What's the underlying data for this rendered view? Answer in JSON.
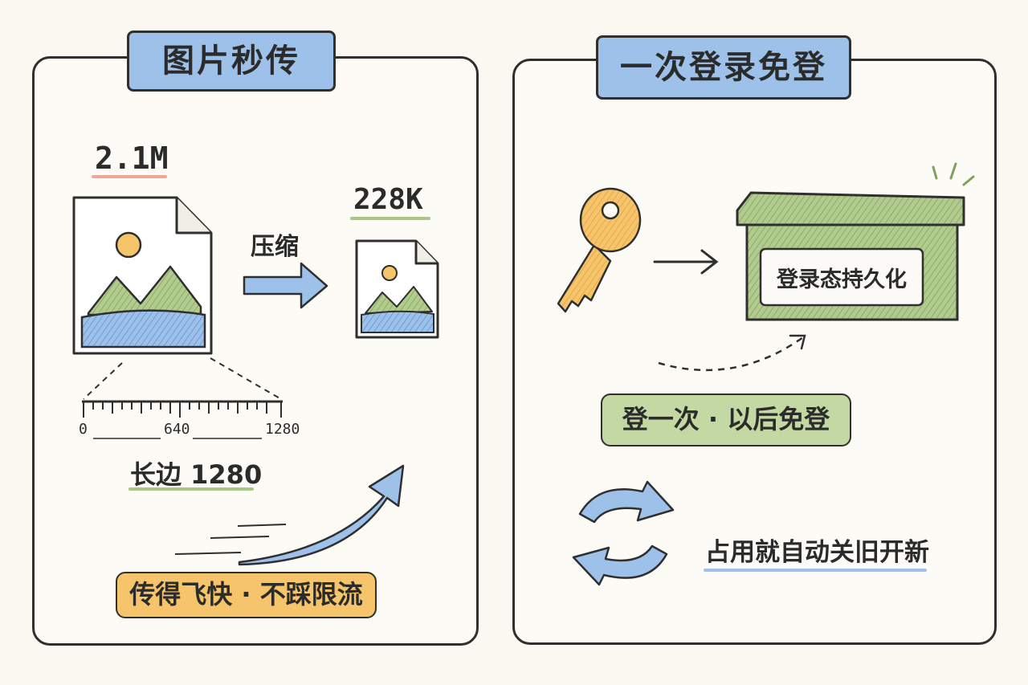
{
  "left": {
    "title": "图片秒传",
    "original_size": "2.1M",
    "compress_label": "压缩",
    "compressed_size": "228K",
    "ruler_ticks": [
      "0",
      "640",
      "1280"
    ],
    "long_edge": "长边 1280",
    "badge": "传得飞快 · 不踩限流"
  },
  "right": {
    "title": "一次登录免登",
    "box_label": "登录态持久化",
    "badge": "登一次 · 以后免登",
    "refresh_label": "占用就自动关旧开新"
  },
  "colors": {
    "blue": "#9ec1ea",
    "green": "#a8c783",
    "orange": "#f6c46a",
    "red_underline": "#f0a796"
  }
}
